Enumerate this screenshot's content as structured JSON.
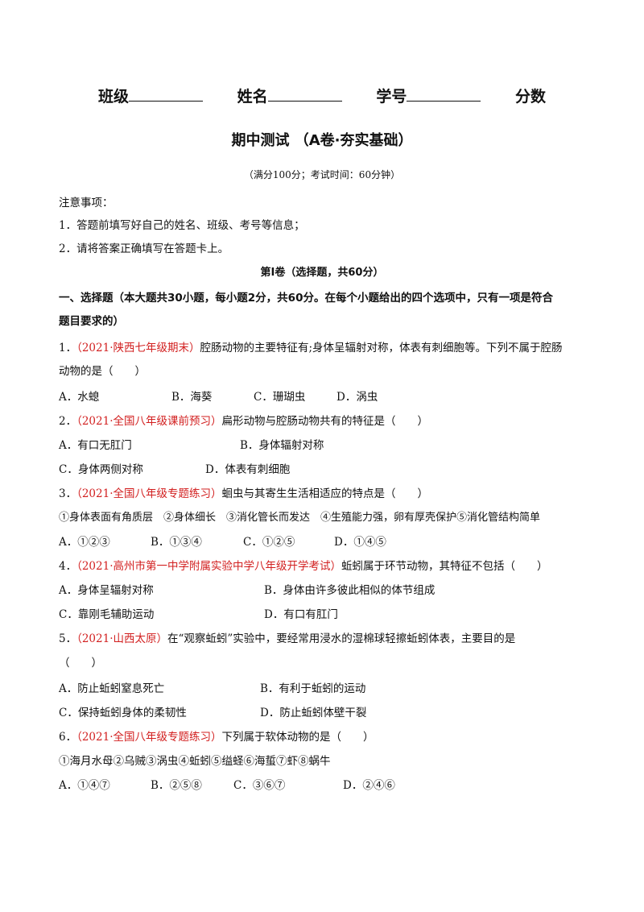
{
  "header": {
    "class_label": "班级",
    "name_label": "姓名",
    "id_label": "学号",
    "score_label": "分数"
  },
  "title": "期中测试 （A卷·夯实基础）",
  "subtitle": "（满分100分；考试时间：60分钟）",
  "notice": {
    "heading": "注意事项：",
    "items": [
      "1．答题前填写好自己的姓名、班级、考号等信息；",
      "2．请将答案正确填写在答题卡上。"
    ]
  },
  "volume_title": "第I卷（选择题，共60分）",
  "section": {
    "line1": "一、选择题（本大题共30小题，每小题2分，共60分。在每个小题给出的四个选项中，只有一项是符合",
    "line2": "题目要求的）"
  },
  "questions": [
    {
      "num": "1．",
      "source": "（2021·陕西七年级期末）",
      "stem": "腔肠动物的主要特征有;身体呈辐射对称，体表有刺细胞等。下列不属于腔肠",
      "stem2": "动物的是（　　）",
      "options": [
        "A．水螅",
        "B．海葵",
        "C．珊瑚虫",
        "D．涡虫"
      ]
    },
    {
      "num": "2．",
      "source": "（2021·全国八年级课前预习）",
      "stem": "扁形动物与腔肠动物共有的特征是（　　）",
      "options": [
        "A．有口无肛门",
        "B．身体辐射对称",
        "C．身体两侧对称",
        "D．体表有刺细胞"
      ]
    },
    {
      "num": "3．",
      "source": "（2021·全国八年级专题练习）",
      "stem": "蛔虫与其寄生生活相适应的特点是（　　）",
      "stem2": "①身体表面有角质层　②身体细长　③消化管长而发达　④生殖能力强，卵有厚壳保护⑤消化管结构简单",
      "options": [
        "A．①②③",
        "B．①③④",
        "C．①②⑤",
        "D．①④⑤"
      ]
    },
    {
      "num": "4．",
      "source": "（2021·高州市第一中学附属实验中学八年级开学考试）",
      "stem": "蚯蚓属于环节动物，其特征不包括（　　）",
      "options": [
        "A．身体呈辐射对称",
        "B．身体由许多彼此相似的体节组成",
        "C．靠刚毛辅助运动",
        "D．有口有肛门"
      ]
    },
    {
      "num": "5．",
      "source": "（2021·山西太原）",
      "stem": "在“观察蚯蚓”实验中，要经常用浸水的湿棉球轻擦蚯蚓体表，主要目的是",
      "stem2": "（　　）",
      "options": [
        "A．防止蚯蚓窒息死亡",
        "B．有利于蚯蚓的运动",
        "C．保持蚯蚓身体的柔韧性",
        "D．防止蚯蚓体壁干裂"
      ]
    },
    {
      "num": "6．",
      "source": "（2021·全国八年级专题练习）",
      "stem": "下列属于软体动物的是（　　）",
      "stem2": "①海月水母②乌贼③涡虫④蚯蚓⑤缢蛏⑥海蜇⑦虾⑧蜗牛",
      "options": [
        "A．①④⑦",
        "B．②⑤⑧",
        "C．③⑥⑦",
        "D．②④⑥"
      ]
    }
  ]
}
